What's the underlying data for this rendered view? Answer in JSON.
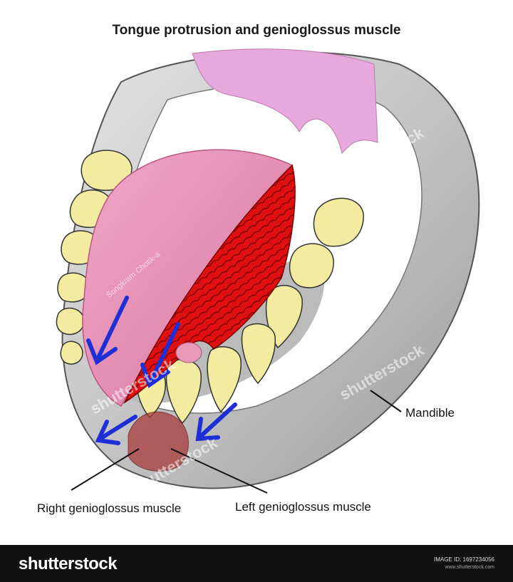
{
  "title": "Tongue protrusion and genioglossus muscle",
  "labels": {
    "mandible": "Mandible",
    "right_genioglossus": "Right genioglossus muscle",
    "left_genioglossus": "Left genioglossus muscle"
  },
  "footer": {
    "logo": "shutterstock",
    "image_id": "IMAGE ID: 1697234056",
    "url": "www.shutterstock.com"
  },
  "watermarks": {
    "brand": "shutterstock",
    "author": "Songkram Chotik-a"
  },
  "colors": {
    "mandible": "#c9c9c9",
    "tongue": "#e98fb4",
    "muscle": "#e01010",
    "teeth": "#f3eba0",
    "arrows": "#1f2fd6",
    "palate": "#e6a8dd"
  }
}
